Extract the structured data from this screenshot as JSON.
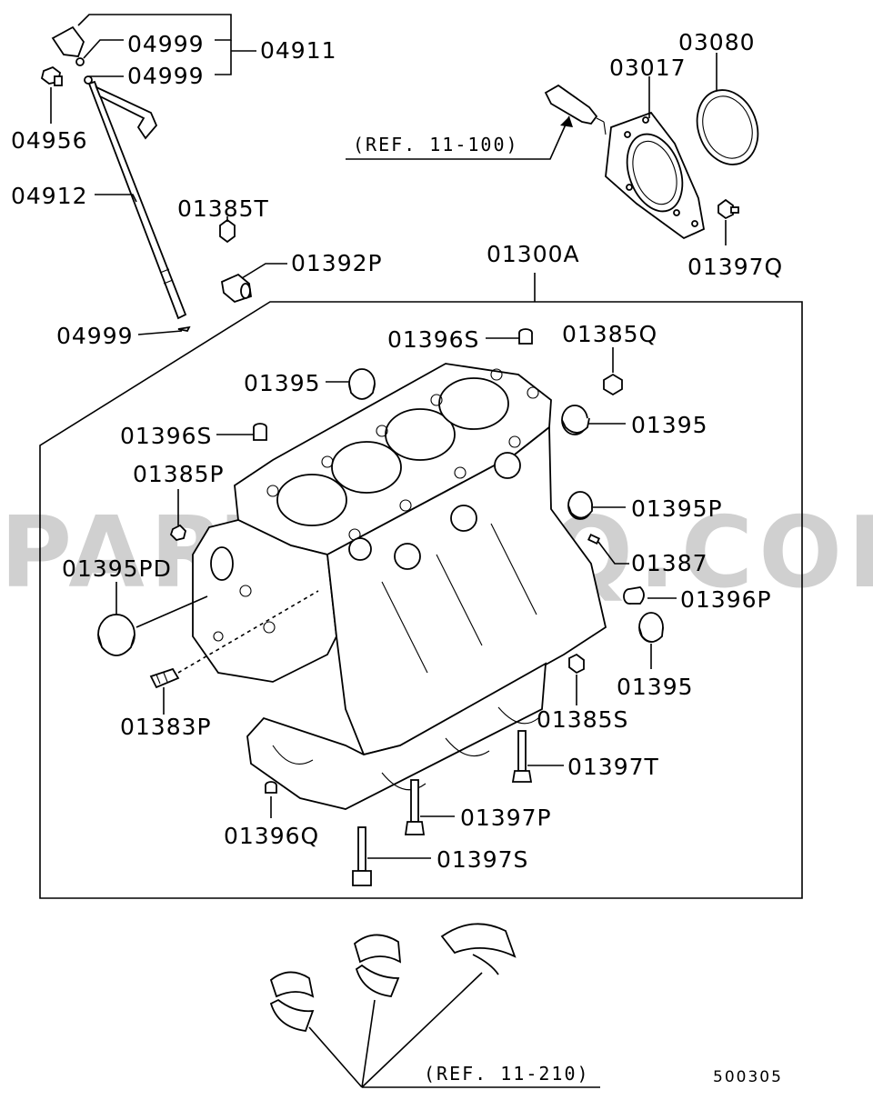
{
  "diagram": {
    "drawing_code": "500305",
    "watermark": "PARTSOUQ.COM",
    "assembly_label": "01300A",
    "refs": {
      "sealant": "(REF. 11-100)",
      "bearings": "(REF. 11-210)"
    },
    "labels": {
      "p04999a": "04999",
      "p04999b": "04999",
      "p04911": "04911",
      "p04956": "04956",
      "p04912": "04912",
      "p04999c": "04999",
      "p01385T": "01385T",
      "p01392P": "01392P",
      "p03080": "03080",
      "p03017": "03017",
      "p01397Q": "01397Q",
      "p01396S_a": "01396S",
      "p01385Q": "01385Q",
      "p01395_a": "01395",
      "p01395_b": "01395",
      "p01396S_b": "01396S",
      "p01385P": "01385P",
      "p01395P": "01395P",
      "p01387": "01387",
      "p01395PD": "01395PD",
      "p01396P": "01396P",
      "p01395_c": "01395",
      "p01383P": "01383P",
      "p01385S": "01385S",
      "p01397T": "01397T",
      "p01397P": "01397P",
      "p01396Q": "01396Q",
      "p01397S": "01397S"
    }
  }
}
